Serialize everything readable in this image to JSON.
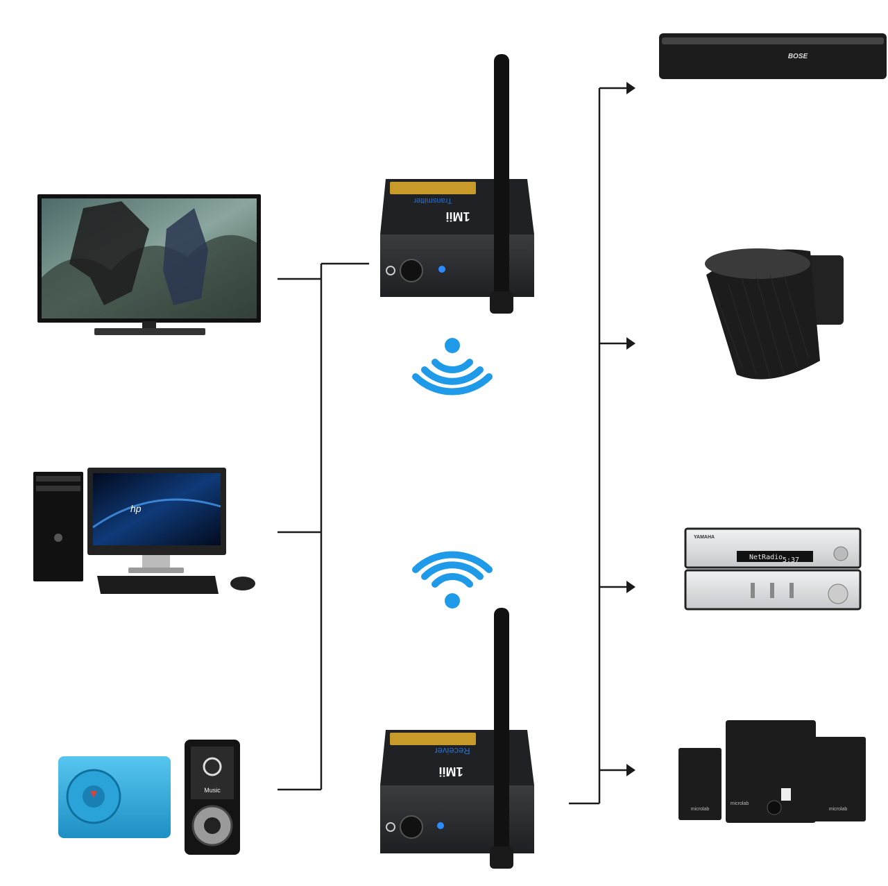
{
  "colors": {
    "line": "#1a1a1a",
    "wifi": "#1e9ae8",
    "device_body": "#2b2d30",
    "device_top": "#1f2124",
    "panel_amber": "#c79a2a",
    "led_blue": "#2a8cff",
    "speaker_dark": "#1c1c1c",
    "silver": "#d9dbdd",
    "player_blue": "#2fb1e6"
  },
  "sources": [
    {
      "id": "tv",
      "icon": "television-icon"
    },
    {
      "id": "pc",
      "icon": "desktop-computer-icon",
      "logo": "hp"
    },
    {
      "id": "player",
      "icon": "mp3-player-icon",
      "screen_label": "Music"
    }
  ],
  "transmitter": {
    "icon": "wireless-transmitter-icon",
    "brand": "1Mii",
    "panel_text": "Transmitter"
  },
  "receiver": {
    "icon": "wireless-receiver-icon",
    "brand": "1Mii",
    "panel_text": "Receiver"
  },
  "signal": {
    "tx_icon": "wifi-broadcast-down-icon",
    "rx_icon": "wifi-broadcast-up-icon"
  },
  "outputs": [
    {
      "id": "soundbar",
      "icon": "soundbar-icon",
      "brand": "BOSE"
    },
    {
      "id": "smart-speaker",
      "icon": "smart-speaker-icon"
    },
    {
      "id": "hifi",
      "icon": "hifi-stereo-icon",
      "display": "NetRadio",
      "time": "5:37",
      "brand": "YAMAHA"
    },
    {
      "id": "speakers",
      "icon": "speaker-system-icon",
      "brand": "microlab"
    }
  ]
}
